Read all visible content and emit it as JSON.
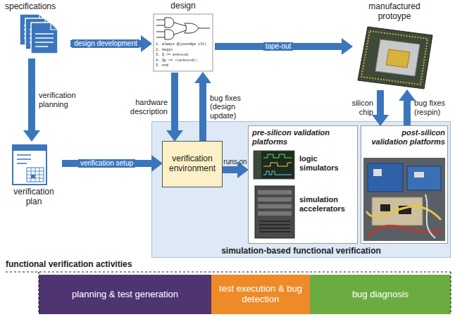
{
  "diagram": {
    "nodes": [
      {
        "text": [
          "specifications"
        ]
      },
      {
        "text": [
          "design"
        ]
      },
      {
        "text": [
          "manufactured protoype"
        ]
      },
      {
        "text": [
          "verification plan"
        ]
      },
      {
        "text": [
          "simulation-based functional verification"
        ]
      },
      {
        "text": [
          "verification environment"
        ],
        "in": 4
      },
      {
        "text": [
          "pre-silicon validation platforms",
          "logic simulators",
          "simulation accelerators"
        ],
        "in": 4
      },
      {
        "text": [
          "post-silicon validation platforms"
        ],
        "in": 4
      },
      {
        "text": [
          "planning & test generation"
        ]
      },
      {
        "text": [
          "test execution & bug detection"
        ]
      },
      {
        "text": [
          "bug diagnosis"
        ]
      }
    ],
    "edges": [
      {
        "from": 0,
        "to": 1,
        "arrow": "to",
        "label": "design development"
      },
      {
        "from": 1,
        "to": 2,
        "arrow": "to",
        "label": "tape-out"
      },
      {
        "from": 0,
        "to": 3,
        "arrow": "to",
        "label": "verification planning"
      },
      {
        "from": 3,
        "to": 5,
        "arrow": "to",
        "label": "verification setup"
      },
      {
        "from": 1,
        "to": 5,
        "arrow": "to",
        "label": "hardware description"
      },
      {
        "from": 5,
        "to": 1,
        "arrow": "to",
        "label": "bug fixes (design update)"
      },
      {
        "from": 5,
        "to": 6,
        "arrow": "to",
        "label": "runs on"
      },
      {
        "from": 2,
        "to": 7,
        "arrow": "to",
        "label": "silicon chip"
      },
      {
        "from": 7,
        "to": 2,
        "arrow": "to",
        "label": "bug fixes (respin)"
      }
    ],
    "labels": [
      "1. always @(posedge clk)",
      "2. begin",
      "3. Q <= a+b+c+d;",
      "4. Qp <= ~(a+b+c+d);",
      "5. end",
      "functional verification activities"
    ]
  }
}
